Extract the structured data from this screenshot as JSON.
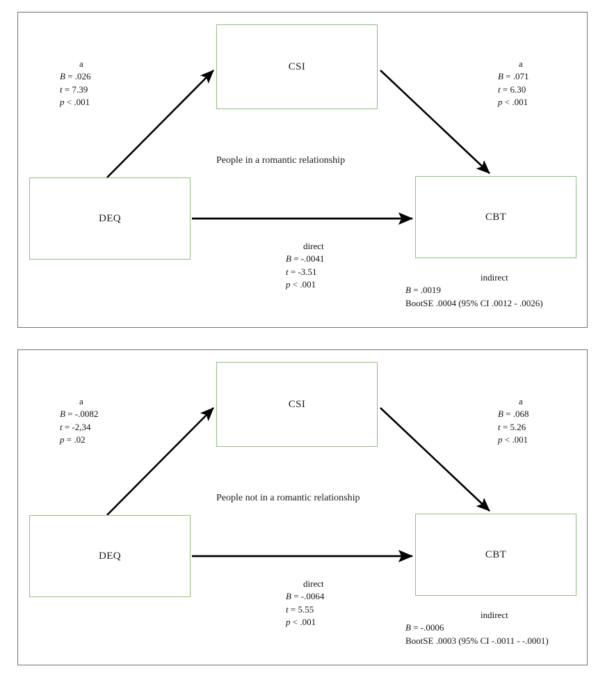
{
  "figure": {
    "type": "mediation-path-diagram",
    "panels": [
      {
        "id": "panel-top",
        "group_title": "People in a romantic relationship",
        "nodes": {
          "predictor": "DEQ",
          "mediator": "CSI",
          "outcome": "CBT"
        },
        "path_a": {
          "header": "a",
          "b_label": "B",
          "b_value": "= .026",
          "t_label": "t",
          "t_value": "= 7.39",
          "p_label": "p",
          "p_value": "< .001"
        },
        "path_b": {
          "header": "a",
          "b_label": "B",
          "b_value": "= .071",
          "t_label": "t",
          "t_value": "= 6.30",
          "p_label": "p",
          "p_value": "< .001"
        },
        "direct": {
          "header": "direct",
          "b_label": "B",
          "b_value": "= -.0041",
          "t_label": "t",
          "t_value": "= -3.51",
          "p_label": "p",
          "p_value": "< .001"
        },
        "indirect": {
          "header": "indirect",
          "b_label": "B",
          "b_value": "= .0019",
          "boot": "BootSE .0004 (95% CI .0012 - .0026)"
        }
      },
      {
        "id": "panel-bottom",
        "group_title": "People not in a romantic relationship",
        "nodes": {
          "predictor": "DEQ",
          "mediator": "CSI",
          "outcome": "CBT"
        },
        "path_a": {
          "header": "a",
          "b_label": "B",
          "b_value": "= -.0082",
          "t_label": "t",
          "t_value": "= -2,34",
          "p_label": "p",
          "p_value": "= .02"
        },
        "path_b": {
          "header": "a",
          "b_label": "B",
          "b_value": "= .068",
          "t_label": "t",
          "t_value": "= 5.26",
          "p_label": "p",
          "p_value": "< .001"
        },
        "direct": {
          "header": "direct",
          "b_label": "B",
          "b_value": "= -.0064",
          "t_label": "t",
          "t_value": "= 5.55",
          "p_label": "p",
          "p_value": "< .001"
        },
        "indirect": {
          "header": "indirect",
          "b_label": "B",
          "b_value": "= -.0006",
          "boot": "BootSE .0003 (95% CI -.0011 - -.0001)"
        }
      }
    ],
    "colors": {
      "node_border": "#8ec07c",
      "panel_border": "#6f7178",
      "arrow": "#000000",
      "text": "#111111",
      "background": "#ffffff"
    }
  }
}
